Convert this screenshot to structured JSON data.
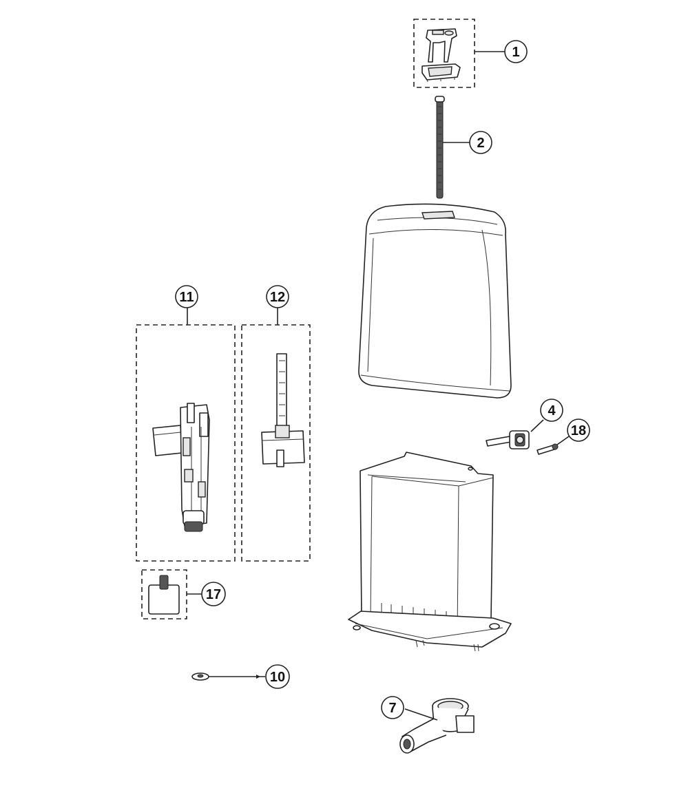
{
  "callouts": [
    {
      "id": "c1",
      "label": "1"
    },
    {
      "id": "c2",
      "label": "2"
    },
    {
      "id": "c4",
      "label": "4"
    },
    {
      "id": "c7",
      "label": "7"
    },
    {
      "id": "c10",
      "label": "10"
    },
    {
      "id": "c11",
      "label": "11"
    },
    {
      "id": "c12",
      "label": "12"
    },
    {
      "id": "c17",
      "label": "17"
    },
    {
      "id": "c18",
      "label": "18"
    }
  ]
}
